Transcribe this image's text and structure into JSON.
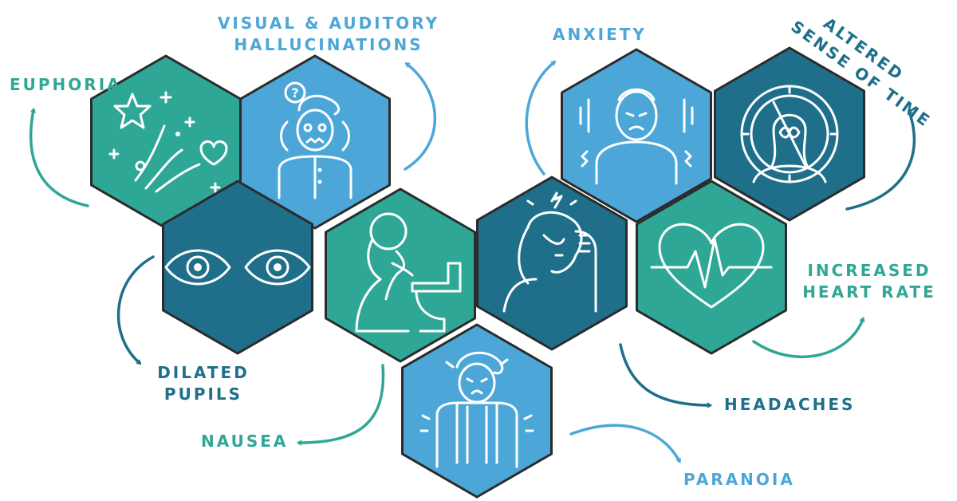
{
  "colors": {
    "teal": "#2fa796",
    "blue": "#4ca7d8",
    "dark": "#1f6f8b",
    "outline": "#2b2b2b",
    "icon": "#ffffff",
    "label_teal": "#2fa796",
    "label_blue": "#4ca7d8",
    "label_dark": "#1f6f8b"
  },
  "symptoms": [
    {
      "id": "euphoria",
      "lines": [
        "EUPHORIA"
      ],
      "color": "teal",
      "icon": "stars-heart-icon"
    },
    {
      "id": "hallucinations",
      "lines": [
        "VISUAL & AUDITORY",
        "HALLUCINATIONS"
      ],
      "color": "blue",
      "icon": "confused-person-icon"
    },
    {
      "id": "dilated_pupils",
      "lines": [
        "DILATED",
        "PUPILS"
      ],
      "color": "dark",
      "icon": "eyes-icon"
    },
    {
      "id": "nausea",
      "lines": [
        "NAUSEA"
      ],
      "color": "teal",
      "icon": "vomiting-toilet-icon"
    },
    {
      "id": "headaches",
      "lines": [
        "HEADACHES"
      ],
      "color": "dark",
      "icon": "headache-icon"
    },
    {
      "id": "paranoia",
      "lines": [
        "PARANOIA"
      ],
      "color": "blue",
      "icon": "paranoid-person-icon"
    },
    {
      "id": "anxiety",
      "lines": [
        "ANXIETY"
      ],
      "color": "blue",
      "icon": "anxious-person-icon"
    },
    {
      "id": "altered_time",
      "lines": [
        "ALTERED",
        "SENSE OF TIME"
      ],
      "color": "dark",
      "icon": "clock-infinity-person-icon"
    },
    {
      "id": "heart_rate",
      "lines": [
        "INCREASED",
        "HEART RATE"
      ],
      "color": "teal",
      "icon": "heartbeat-icon"
    }
  ]
}
